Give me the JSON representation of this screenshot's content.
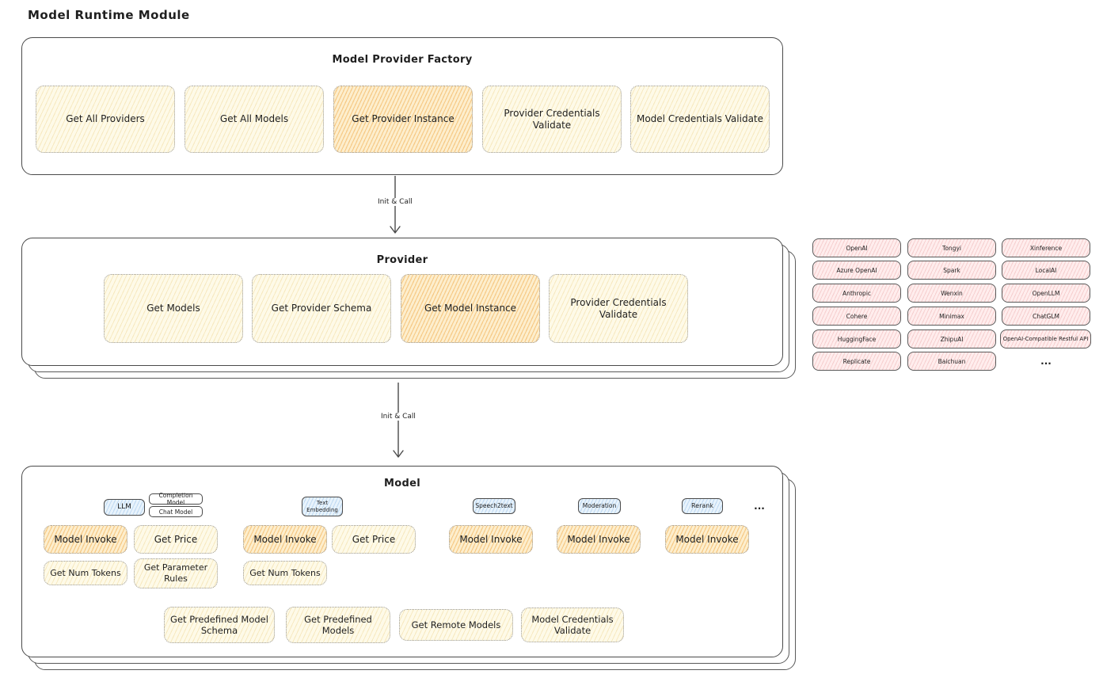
{
  "title": "Model Runtime Module",
  "factory": {
    "title": "Model Provider Factory",
    "items": [
      {
        "label": "Get All Providers",
        "highlight": false
      },
      {
        "label": "Get All Models",
        "highlight": false
      },
      {
        "label": "Get Provider Instance",
        "highlight": true
      },
      {
        "label": "Provider Credentials Validate",
        "highlight": false
      },
      {
        "label": "Model Credentials Validate",
        "highlight": false
      }
    ]
  },
  "arrows": {
    "init_call_1": "Init & Call",
    "init_call_2": "Init & Call"
  },
  "provider": {
    "title": "Provider",
    "items": [
      {
        "label": "Get Models",
        "highlight": false
      },
      {
        "label": "Get Provider Schema",
        "highlight": false
      },
      {
        "label": "Get Model Instance",
        "highlight": true
      },
      {
        "label": "Provider Credentials Validate",
        "highlight": false
      }
    ]
  },
  "provider_list": {
    "col1": [
      "OpenAI",
      "Azure OpenAI",
      "Anthropic",
      "Cohere",
      "HuggingFace",
      "Replicate"
    ],
    "col2": [
      "Tongyi",
      "Spark",
      "Wenxin",
      "Minimax",
      "ZhipuAI",
      "Baichuan"
    ],
    "col3": [
      "Xinference",
      "LocalAI",
      "OpenLLM",
      "ChatGLM",
      "OpenAI-Compatible Restful API"
    ],
    "ellipsis": "..."
  },
  "model": {
    "title": "Model",
    "tabs": {
      "llm": "LLM",
      "completion": "Completion Model",
      "chat": "Chat Model",
      "text_embedding": "Text Embedding",
      "speech2text": "Speech2text",
      "moderation": "Moderation",
      "rerank": "Rerank",
      "ellipsis": "..."
    },
    "row1": [
      "Model Invoke",
      "Get Price",
      "Model Invoke",
      "Get Price",
      "Model Invoke",
      "Model Invoke",
      "Model Invoke"
    ],
    "row2": [
      "Get Num Tokens",
      "Get Parameter Rules",
      "Get Num Tokens"
    ],
    "row3": [
      "Get Predefined Model Schema",
      "Get Predefined Models",
      "Get Remote Models",
      "Model Credentials Validate"
    ]
  },
  "colors": {
    "yellow_fill": "#fefae8",
    "yellow_hatch": "#e9c46a",
    "orange_fill": "#fdeecd",
    "orange_hatch": "#f0ad4e",
    "blue_fill": "#e8f3fc",
    "pink_fill": "#ffeded",
    "outline": "#4a4a4a"
  }
}
